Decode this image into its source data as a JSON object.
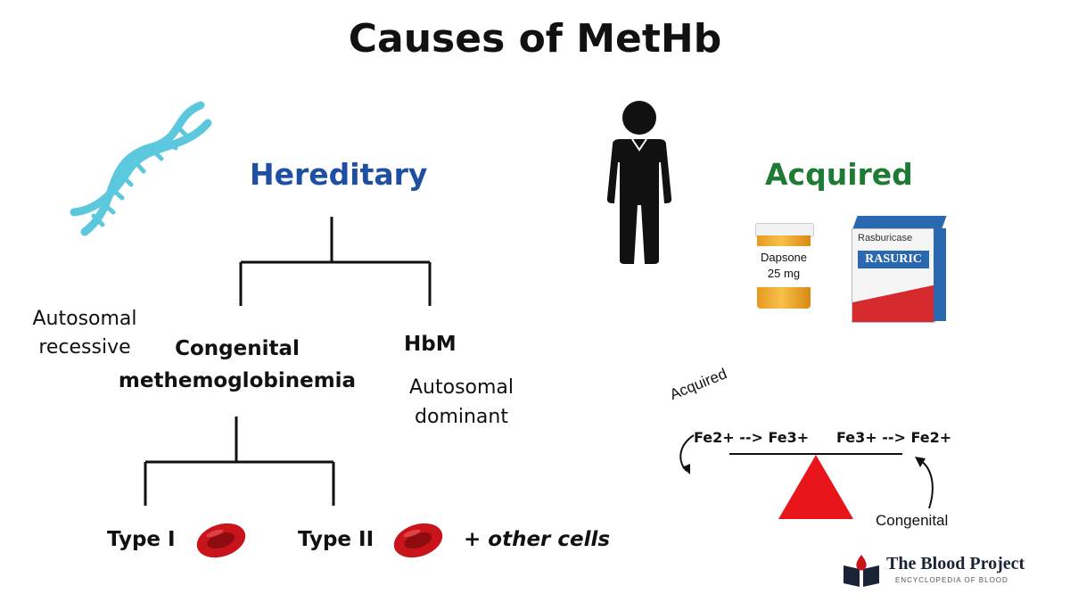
{
  "title": "Causes of MetHb",
  "hereditary": {
    "heading": "Hereditary",
    "autosomal_recessive": [
      "Autosomal",
      "recessive"
    ],
    "congenital": [
      "Congenital",
      "methemoglobinemia"
    ],
    "hbm": "HbM",
    "autosomal_dominant": [
      "Autosomal",
      "dominant"
    ],
    "type1": "Type I",
    "type2": "Type II",
    "other_cells": "+ other cells"
  },
  "acquired": {
    "heading": "Acquired",
    "drug1": {
      "name": "Dapsone",
      "dose": "25 mg"
    },
    "drug2": {
      "name": "Rasburicase",
      "brand": "RASURIC"
    },
    "balance": {
      "left_reaction": "Fe2+ --> Fe3+",
      "right_reaction": "Fe3+ --> Fe2+",
      "left_label": "Acquired",
      "right_label": "Congenital"
    }
  },
  "logo": {
    "name": "The Blood Project",
    "tagline": "ENCYCLOPEDIA OF BLOOD"
  },
  "colors": {
    "hereditary": "#1f4fa3",
    "acquired": "#1e7b34",
    "dna": "#5bc8de",
    "fulcrum": "#e8161a",
    "rbc": "#c8141a"
  }
}
